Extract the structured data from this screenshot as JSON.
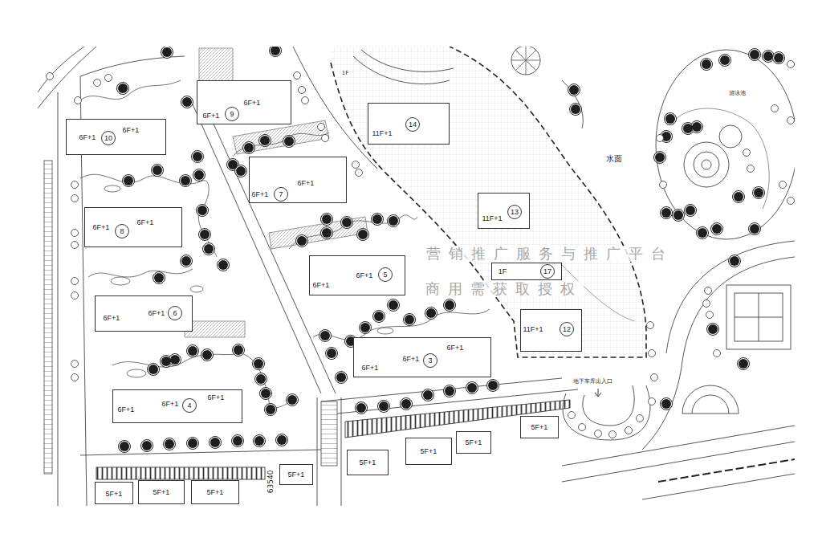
{
  "diagram": {
    "nodes": [
      {
        "text": [
          "6F+1",
          "6F+1"
        ]
      },
      {
        "text": [
          "9"
        ],
        "in": 0
      },
      {
        "text": [
          "6F+1",
          "6F+1"
        ]
      },
      {
        "text": [
          "10"
        ],
        "in": 2
      },
      {
        "text": [
          "11F+1"
        ]
      },
      {
        "text": [
          "14"
        ],
        "in": 4
      },
      {
        "text": [
          "6F+1",
          "6F+1"
        ]
      },
      {
        "text": [
          "7"
        ],
        "in": 6
      },
      {
        "text": [
          "6F+1",
          "6F+1"
        ]
      },
      {
        "text": [
          "8"
        ],
        "in": 8
      },
      {
        "text": [
          "11F+1"
        ]
      },
      {
        "text": [
          "13"
        ],
        "in": 10
      },
      {
        "text": [
          "6F+1",
          "6F+1"
        ]
      },
      {
        "text": [
          "5"
        ],
        "in": 12
      },
      {
        "text": [
          "1F"
        ]
      },
      {
        "text": [
          "17"
        ],
        "in": 14
      },
      {
        "text": [
          "6F+1",
          "6F+1"
        ]
      },
      {
        "text": [
          "6"
        ],
        "in": 16
      },
      {
        "text": [
          "11F+1"
        ]
      },
      {
        "text": [
          "12"
        ],
        "in": 18
      },
      {
        "text": [
          "6F+1",
          "6F+1",
          "6F+1"
        ]
      },
      {
        "text": [
          "3"
        ],
        "in": 20
      },
      {
        "text": [
          "6F+1",
          "6F+1",
          "6F+1"
        ]
      },
      {
        "text": [
          "4"
        ],
        "in": 22
      },
      {
        "text": [
          "5F+1"
        ]
      },
      {
        "text": [
          "5F+1"
        ]
      },
      {
        "text": [
          "5F+1"
        ]
      },
      {
        "text": [
          "5F+1"
        ]
      },
      {
        "text": [
          "5F+1"
        ]
      },
      {
        "text": [
          "5F+1"
        ]
      },
      {
        "text": [
          "5F+1"
        ]
      },
      {
        "text": [
          "5F+1"
        ]
      }
    ],
    "labels": [
      "水面",
      "游泳池",
      "地下车库出入口",
      "63540",
      "1F",
      "营销推广服务与推广平台",
      "商用需获取授权"
    ]
  }
}
